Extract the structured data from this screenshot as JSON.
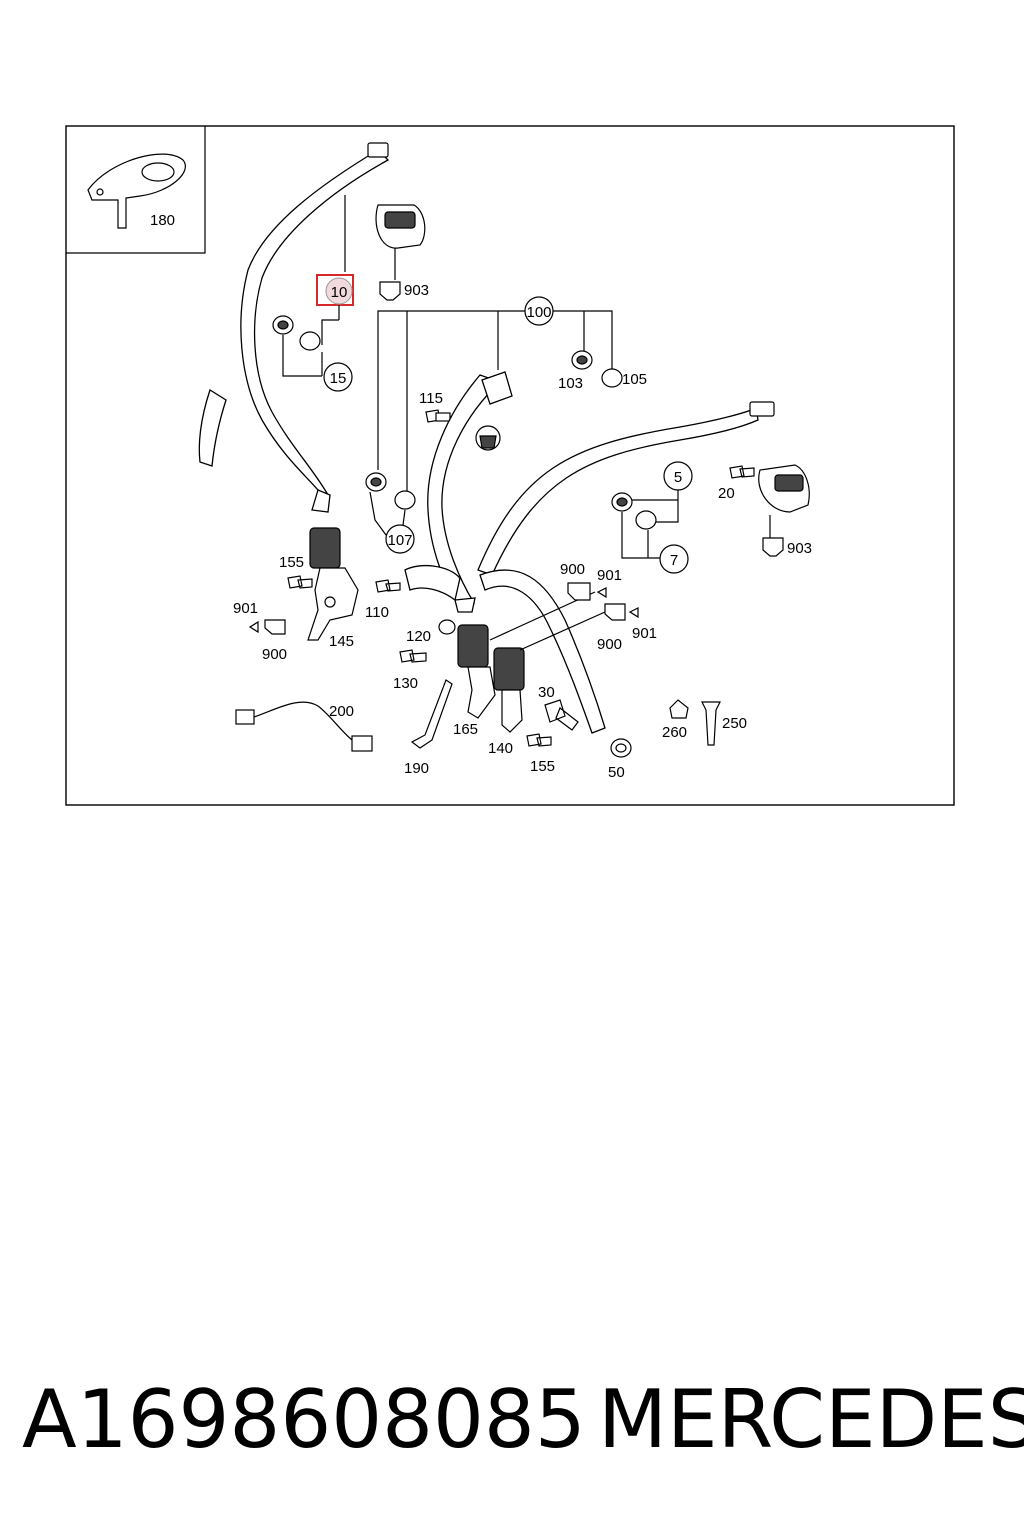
{
  "callouts": {
    "c10": "10",
    "c15": "15",
    "c100": "100",
    "c107": "107",
    "c5": "5",
    "c7": "7"
  },
  "labels": {
    "l180": "180",
    "l903a": "903",
    "l115": "115",
    "l103": "103",
    "l105": "105",
    "l20": "20",
    "l903b": "903",
    "l155a": "155",
    "l901a": "901",
    "l900a": "900",
    "l145": "145",
    "l110": "110",
    "l120": "120",
    "l130": "130",
    "l900b": "900",
    "l901b": "901",
    "l900c": "900",
    "l901c": "901",
    "l30": "30",
    "l165": "165",
    "l140": "140",
    "l155b": "155",
    "l190": "190",
    "l50": "50",
    "l200": "200",
    "l260": "260",
    "l250": "250"
  },
  "highlight_color": "#d62828",
  "footer": {
    "part_number": "A1698608085",
    "brand": "MERCEDES"
  }
}
